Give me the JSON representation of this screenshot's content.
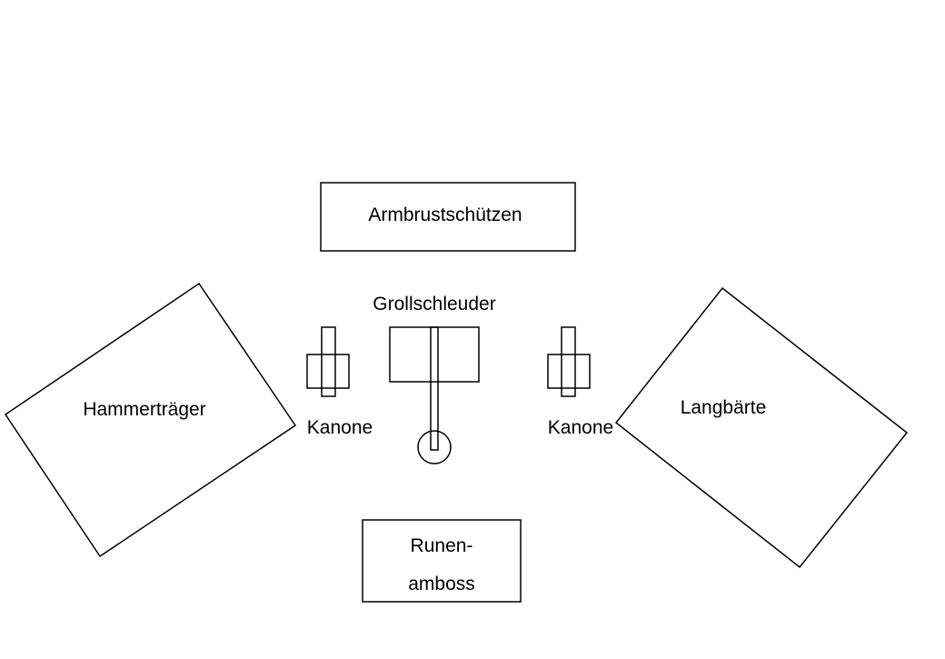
{
  "units": {
    "crossbowmen": "Armbrustschützen",
    "grudge_thrower": "Grollschleuder",
    "hammerers": "Hammerträger",
    "longbeards": "Langbärte",
    "cannon_left": "Kanone",
    "cannon_right": "Kanone",
    "anvil_line1": "Runen-",
    "anvil_line2": "amboss"
  },
  "colors": {
    "stroke": "#000000",
    "background": "#ffffff"
  }
}
